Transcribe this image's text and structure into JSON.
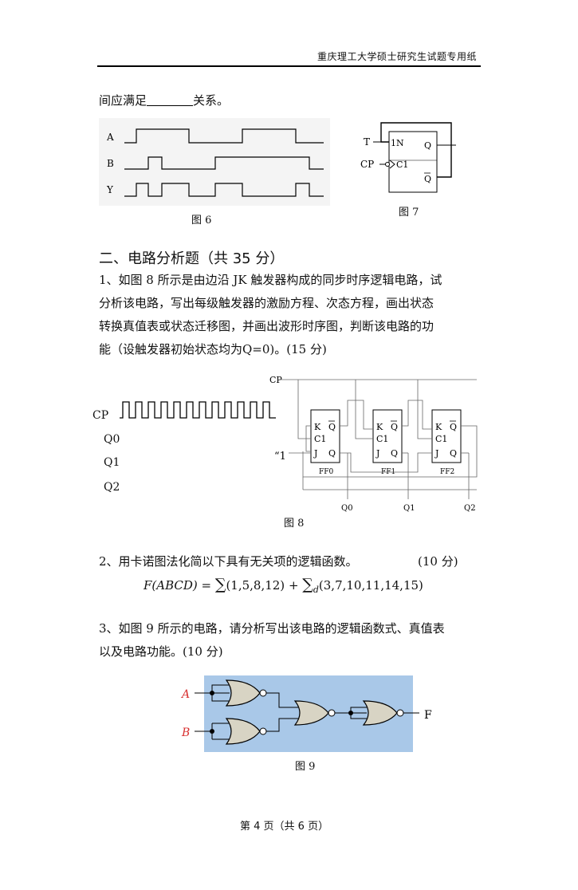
{
  "header": {
    "title": "重庆理工大学硕士研究生试题专用纸"
  },
  "q_prev": {
    "prefix": "间应满足",
    "suffix": "关系。"
  },
  "fig6": {
    "caption": "图 6",
    "signals": [
      "A",
      "B",
      "Y"
    ]
  },
  "fig7": {
    "caption": "图 7",
    "labels": {
      "t": "T",
      "cp": "CP",
      "in": "1N",
      "c1": "C1",
      "q": "Q",
      "qbar": "Q"
    }
  },
  "section2": {
    "title": "二、电路分析题（共 35 分）"
  },
  "q1": {
    "lines": [
      "1、如图 8 所示是由边沿 JK 触发器构成的同步时序逻辑电路，试",
      "分析该电路，写出每级触发器的激励方程、次态方程，画出状态",
      "转换真值表或状态迁移图，并画出波形时序图，判断该电路的功",
      "能（设触发器初始状态均为Q=0)。(15 分)"
    ]
  },
  "fig8": {
    "caption": "图 8",
    "wave_labels": [
      "CP",
      "Q0",
      "Q1",
      "Q2"
    ],
    "cp_label": "CP",
    "one_label": "“1",
    "ff_names": [
      "FF0",
      "FF1",
      "FF2"
    ],
    "pin_labels": {
      "k": "K",
      "qbar": "Q",
      "c1": "C1",
      "j": "J",
      "q": "Q"
    },
    "outputs": [
      "Q0",
      "Q1",
      "Q2"
    ]
  },
  "q2": {
    "text": "2、用卡诺图法化简以下具有无关项的逻辑函数。",
    "score": "(10 分)",
    "formula_lhs": "F(ABCD) = ",
    "sum1": "(1,5,8,12)",
    "plus": " + ",
    "sub_d": "d",
    "sum2": "(3,7,10,11,14,15)"
  },
  "q3": {
    "lines": [
      "3、如图 9 所示的电路，请分析写出该电路的逻辑函数式、真值表",
      "以及电路功能。(10 分)"
    ]
  },
  "fig9": {
    "caption": "图 9",
    "input_a": "A",
    "input_b": "B",
    "output": "F",
    "bg_color": "#a9c8e8",
    "input_color": "#d83030"
  },
  "footer": {
    "page": "第 4 页（共 6 页）"
  }
}
